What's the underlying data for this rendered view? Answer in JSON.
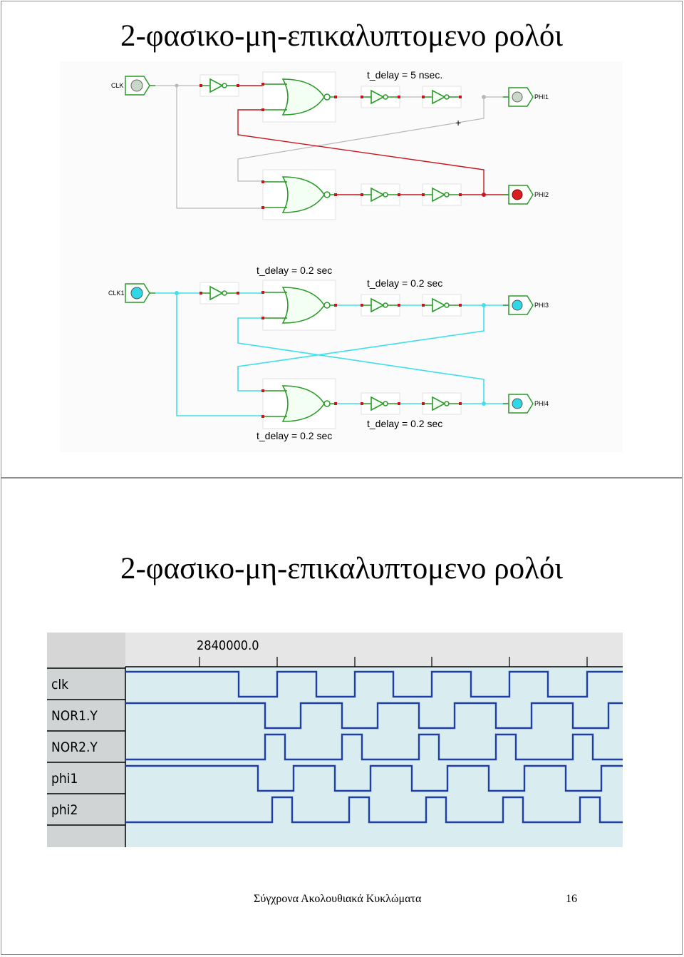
{
  "slide1": {
    "title": "2-φασικο-μη-επικαλυπτομενο ρολόι",
    "circuit_top": {
      "input_label": "CLK",
      "output_labels": [
        "PHI1",
        "PHI2"
      ],
      "delay_label": "t_delay = 5 nsec.",
      "marker": "+",
      "color": "#c8161d"
    },
    "circuit_bottom": {
      "input_label": "CLK1",
      "output_labels": [
        "PHI3",
        "PHI4"
      ],
      "delay_labels": [
        "t_delay = 0.2 sec",
        "t_delay = 0.2 sec",
        "t_delay = 0.2 sec",
        "t_delay = 0.2 sec"
      ],
      "color": "#3fe0ea"
    }
  },
  "slide2": {
    "title": "2-φασικο-μη-επικαλυπτομενο ρολόι",
    "waveform": {
      "time_label": "2840000.0",
      "signals": [
        "clk",
        "NOR1.Y",
        "NOR2.Y",
        "phi1",
        "phi2"
      ],
      "trace_color": "#1f3fa8",
      "background_color": "#d9ecef"
    }
  },
  "footer": {
    "course": "Σύγχρονα Ακολουθιακά Κυκλώματα",
    "page_number": "16"
  }
}
